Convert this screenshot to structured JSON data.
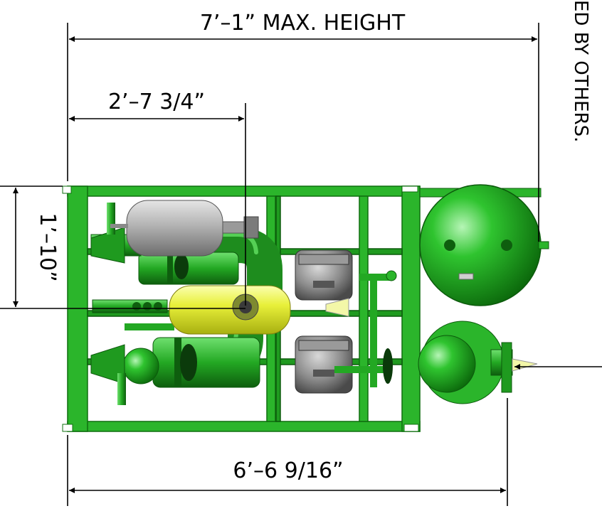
{
  "dimensions": {
    "top_width": "7’–1” MAX. HEIGHT",
    "inner_width": "2’–7 3/4”",
    "bottom_width": "6’–6 9/16”",
    "side_height": "1’–10”"
  },
  "notes": {
    "side_note": "ED BY OTHERS."
  },
  "colors": {
    "frame": "#2bb52b",
    "grey_tank": "#a9a9a9",
    "yellow_tank": "#e8f03a",
    "dimension_lines": "#000000"
  }
}
